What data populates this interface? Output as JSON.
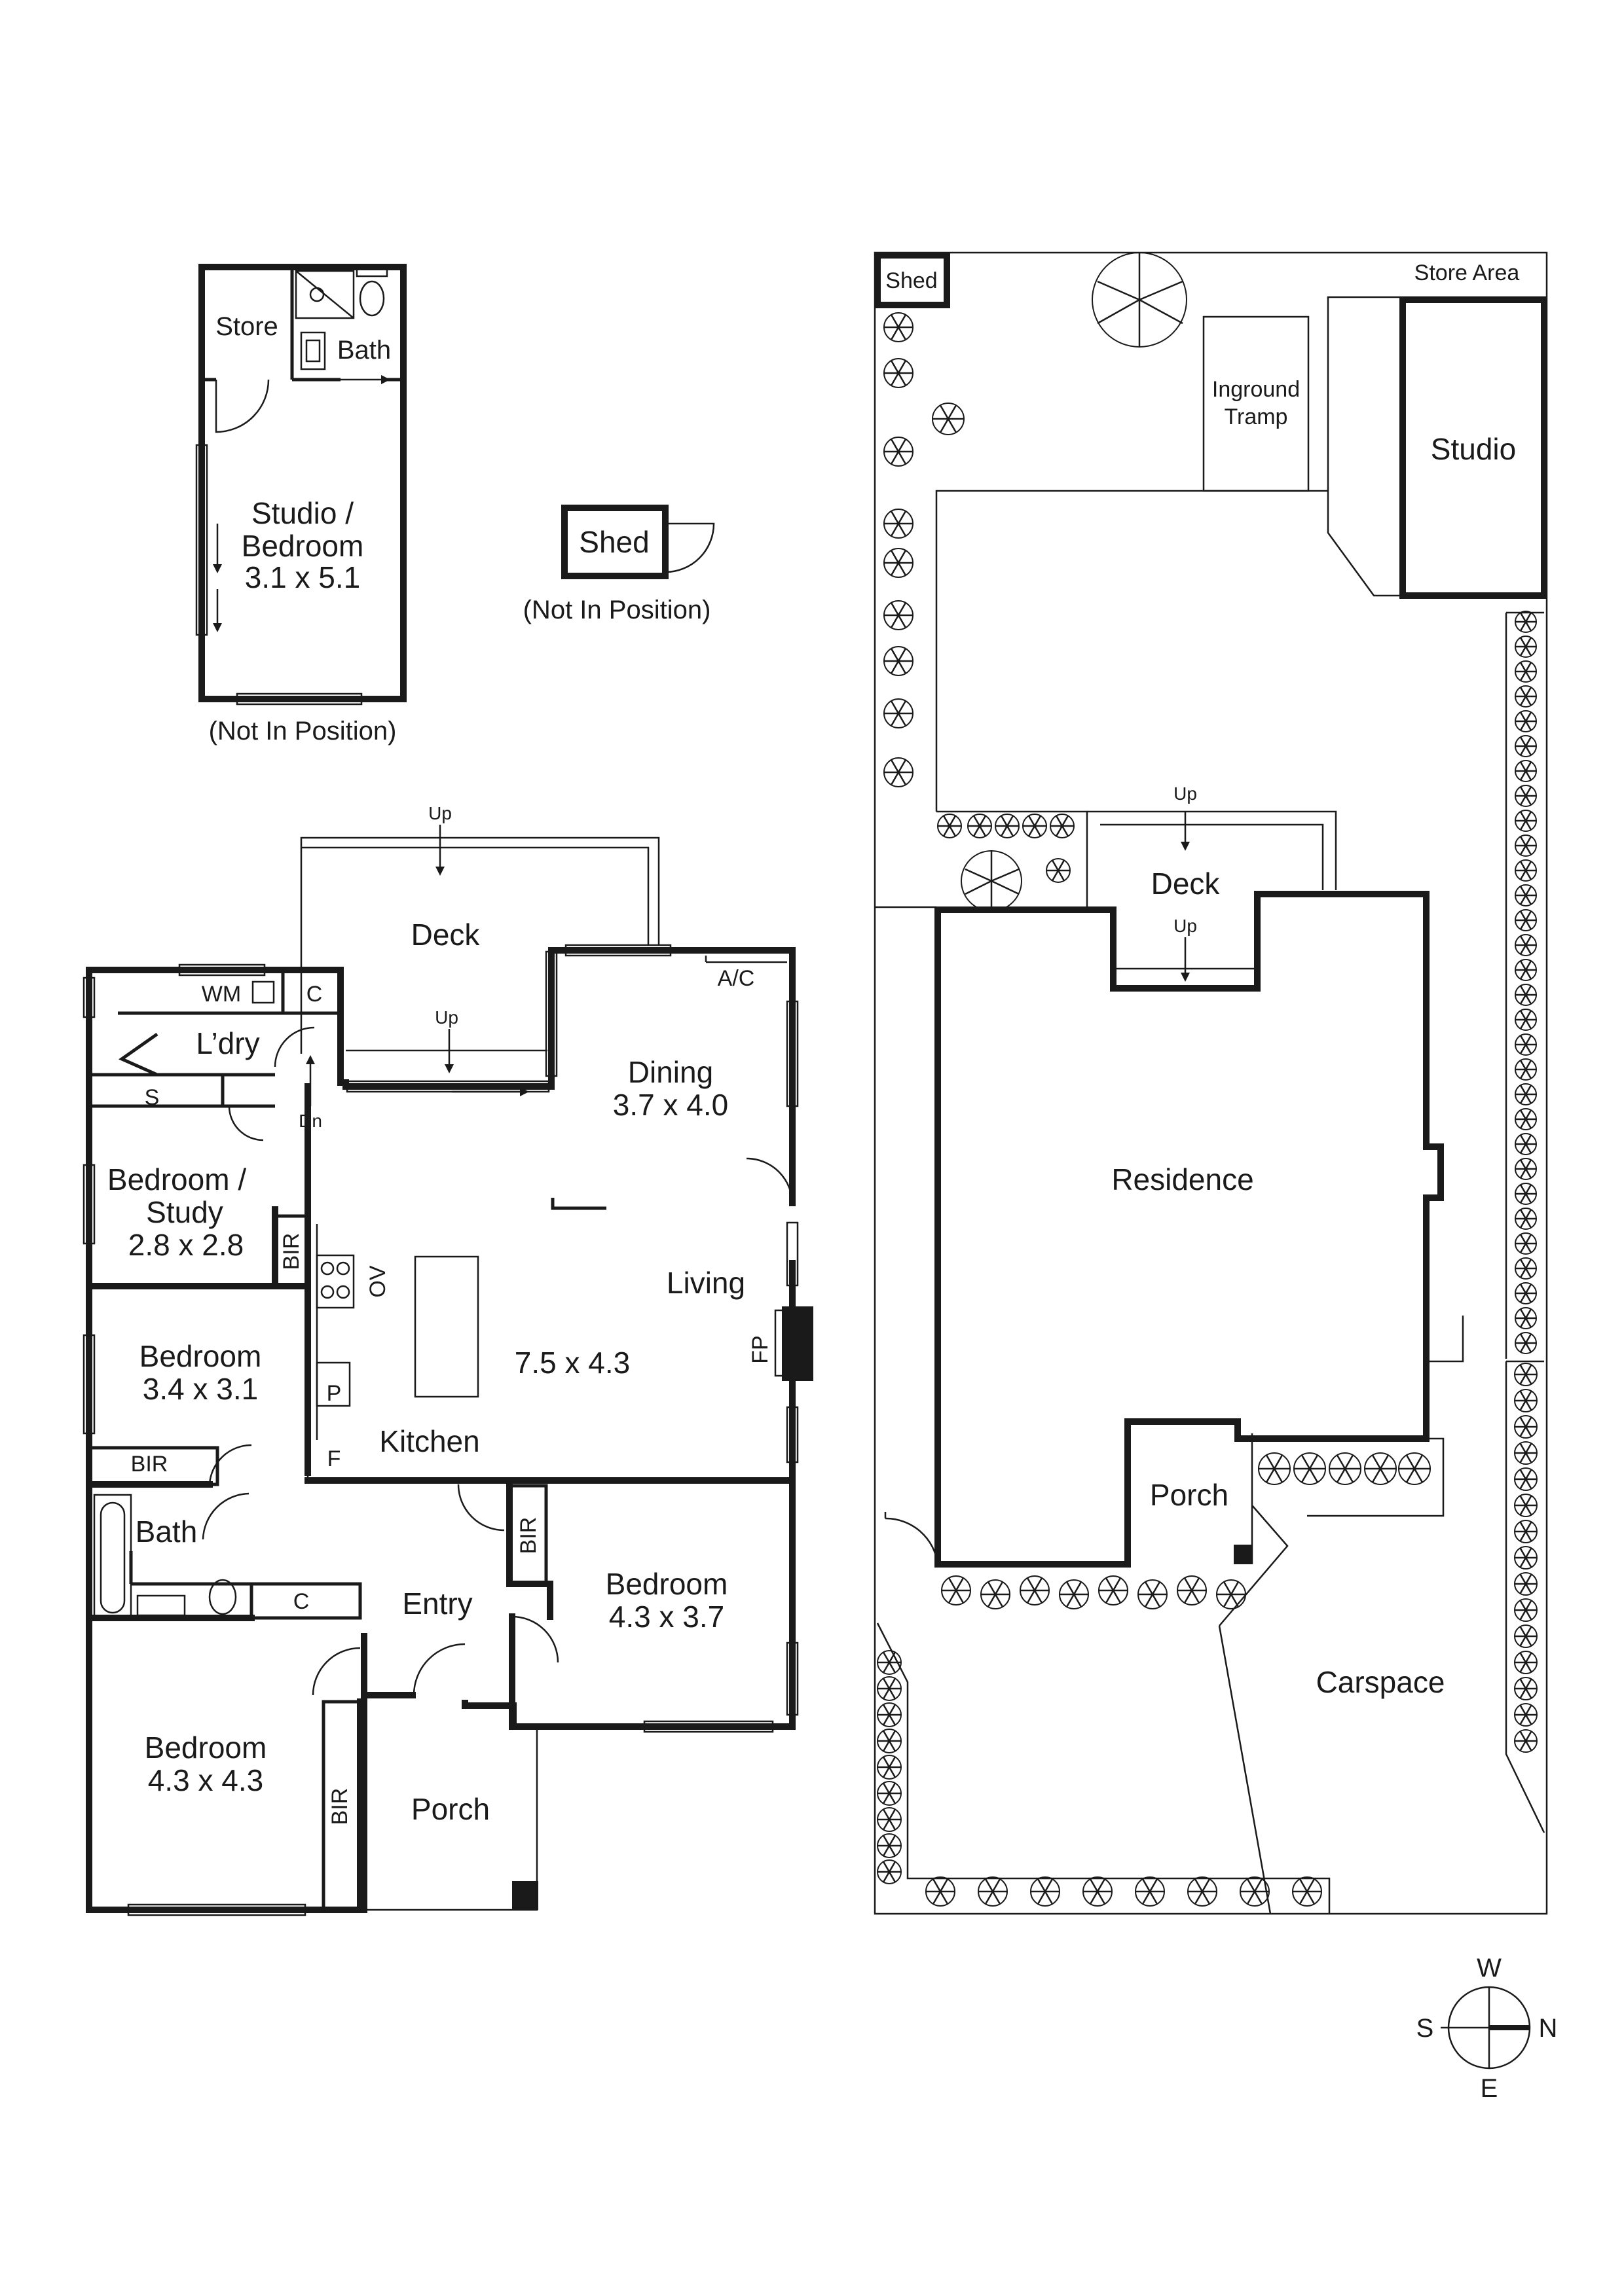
{
  "studio": {
    "store": "Store",
    "bath": "Bath",
    "name": "Studio /",
    "name2": "Bedroom",
    "dims": "3.1 x 5.1",
    "note": "(Not In Position)"
  },
  "shed_detail": {
    "name": "Shed",
    "note": "(Not In Position)"
  },
  "house": {
    "deck_up": "Up",
    "deck": "Deck",
    "deck_up2": "Up",
    "dn": "Dn",
    "wm": "WM",
    "c1": "C",
    "ldry": "L’dry",
    "s": "S",
    "ac": "A/C",
    "dining": "Dining",
    "dining_dims": "3.7 x 4.0",
    "bed_study": "Bedroom /",
    "study": "Study",
    "bed_study_dims": "2.8 x 2.8",
    "bir1": "BIR",
    "ov": "OV",
    "living": "Living",
    "living_dims": "7.5 x 4.3",
    "fp": "FP",
    "bed2": "Bedroom",
    "bed2_dims": "3.4 x 3.1",
    "p": "P",
    "f": "F",
    "kitchen": "Kitchen",
    "bir2": "BIR",
    "bath": "Bath",
    "c2": "C",
    "entry": "Entry",
    "bir3": "BIR",
    "bed3": "Bedroom",
    "bed3_dims": "4.3 x 3.7",
    "bed4": "Bedroom",
    "bed4_dims": "4.3 x 4.3",
    "bir4": "BIR",
    "porch": "Porch"
  },
  "site": {
    "shed": "Shed",
    "store_area": "Store Area",
    "tramp1": "Inground",
    "tramp2": "Tramp",
    "studio": "Studio",
    "up1": "Up",
    "deck": "Deck",
    "up2": "Up",
    "residence": "Residence",
    "porch": "Porch",
    "carspace": "Carspace"
  },
  "compass": {
    "w": "W",
    "s": "S",
    "n": "N",
    "e": "E"
  }
}
